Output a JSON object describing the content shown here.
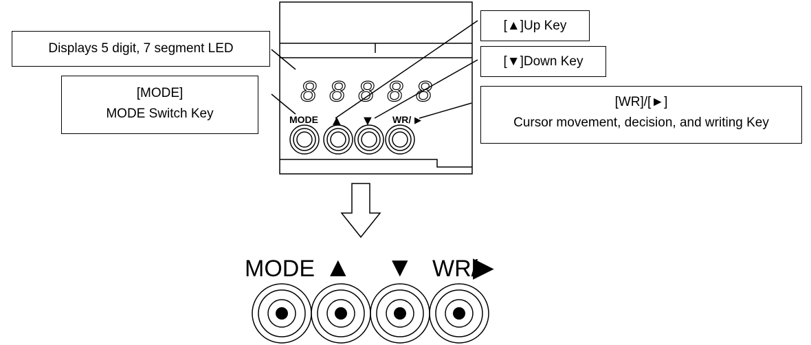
{
  "device": {
    "mode_label": "MODE",
    "up_symbol": "▲",
    "down_symbol": "▼",
    "wr_label": "WR/",
    "wr_symbol": "▶",
    "display_digits": [
      "8",
      "8",
      "8",
      "8",
      "8"
    ]
  },
  "callouts": {
    "display": {
      "text": "Displays 5 digit, 7 segment LED"
    },
    "mode": {
      "line1": "[MODE]",
      "line2": "MODE Switch Key"
    },
    "up": {
      "text": "[▲]Up Key"
    },
    "down": {
      "text": "[▼]Down Key"
    },
    "wr": {
      "line1": "[WR]/[►]",
      "line2": "Cursor movement, decision, and writing Key"
    }
  },
  "enlarged": {
    "mode_label": "MODE",
    "up_symbol": "▲",
    "down_symbol": "▼",
    "wr_label": "WR/",
    "wr_symbol": "▶"
  }
}
